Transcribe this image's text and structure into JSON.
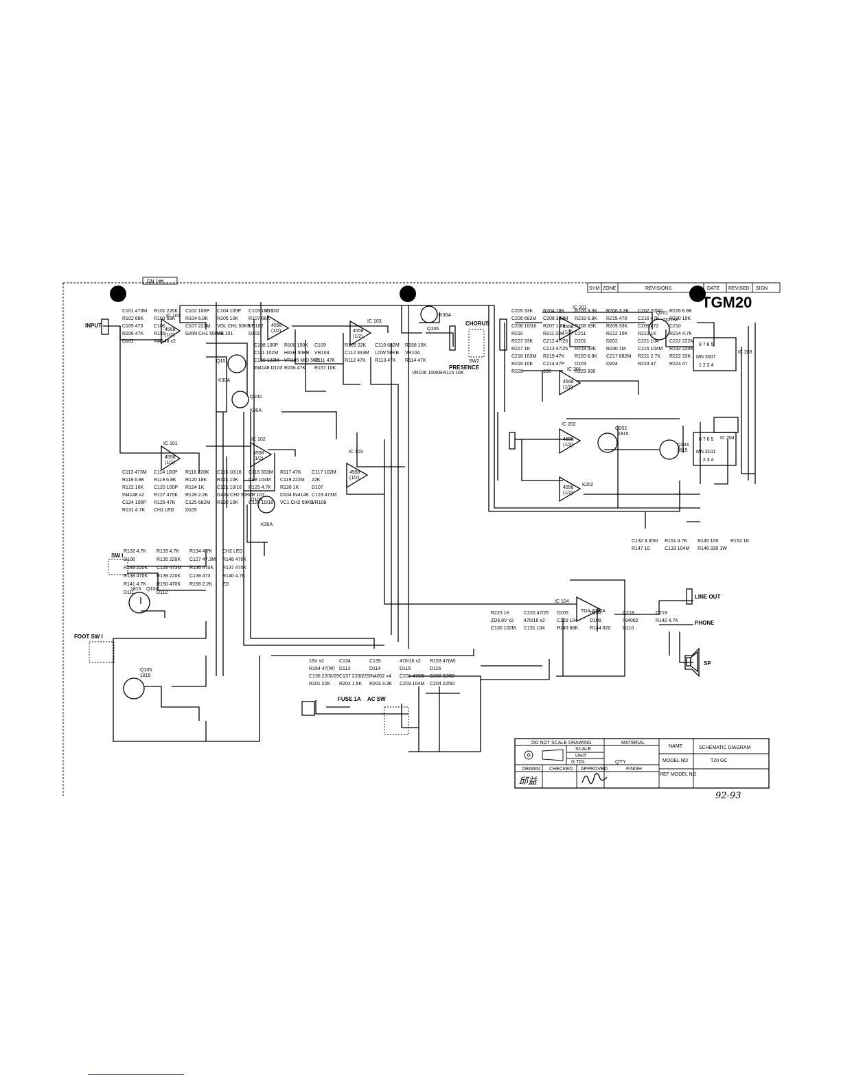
{
  "header": {
    "revision_cells": [
      "SYM",
      "ZONE",
      "REVISIONS",
      "DATE",
      "REVISED",
      "SIGN"
    ],
    "top_stamp": "ON 1##",
    "model_title": "TGM20"
  },
  "io_labels": {
    "input": "INPUT",
    "chorus": "CHORUS",
    "presence": "PRESENCE",
    "line_out": "LINE OUT",
    "phone": "PHONE",
    "sp": "SP",
    "sw1": "SW I",
    "foot_sw": "FOOT SW I",
    "fuse": "FUSE 1A",
    "ac_sw": "AC SW",
    "sw2": "SW2"
  },
  "ic_blocks": [
    {
      "ref": "IC 101",
      "part": "4558",
      "half": "(1/2)"
    },
    {
      "ref": "IC 101",
      "part": "4558",
      "half": "(1/2)"
    },
    {
      "ref": "IC 102",
      "part": "4558",
      "half": "(1/2)"
    },
    {
      "ref": "IC 102",
      "part": "4558",
      "half": "(1/2)"
    },
    {
      "ref": "IC 103",
      "part": "4558",
      "half": "(1/2)"
    },
    {
      "ref": "IC 103",
      "part": "4558",
      "half": "(1/2)"
    },
    {
      "ref": "IC 201",
      "part": "4558",
      "half": "(1/2)"
    },
    {
      "ref": "IC 201",
      "part": "4558",
      "half": "(1/2)"
    },
    {
      "ref": "IC 202",
      "part": "4558",
      "half": "(1/2)"
    },
    {
      "ref": "K202",
      "part": "4558",
      "half": "(1/2)"
    }
  ],
  "big_ics": [
    {
      "ref": "IC 203",
      "part": "MN 3007",
      "pins_top": "8 7 6 5",
      "pins_bottom": "1 2 3 4"
    },
    {
      "ref": "IC 204",
      "part": "MN 3101",
      "pins_top": "8 7 6 5",
      "pins_bottom": "1 2 3 4"
    }
  ],
  "power_amp": {
    "ref": "IC 104",
    "part": "TDA 2050A"
  },
  "transistors": [
    {
      "ref": "Q101",
      "type": "K30A"
    },
    {
      "ref": "Q102",
      "type": "K30A"
    },
    {
      "ref": "Q103",
      "type": "K30A"
    },
    {
      "ref": "Q106",
      "type": "K30A"
    },
    {
      "ref": "Q104",
      "type": "1815"
    },
    {
      "ref": "Q105",
      "type": "1815"
    },
    {
      "ref": "Q201",
      "type": "732TM"
    },
    {
      "ref": "Q202",
      "type": "1815"
    },
    {
      "ref": "Q203",
      "type": "1815"
    }
  ],
  "component_labels": [
    "C101 473M",
    "R101 220K",
    "C102 100P",
    "C104 100P",
    "C103 10/16",
    "R102 68K",
    "R103 68K",
    "R104 6.8K",
    "R105 10K",
    "R107 68K",
    "C105 473",
    "C106",
    "C107 222M",
    "VOL CH1 50KB",
    "VR102",
    "R106 47K",
    "R155",
    "GAIN CH1 500KB",
    "VR 101",
    "D101",
    "D102",
    "IN4148 x2",
    "C108 100P",
    "R108 150K",
    "C109",
    "R109 22K",
    "C110 682M",
    "R158 10K",
    "C111 102M",
    "HIGH 50KB",
    "VR103",
    "C112 333M",
    "LOW 50KB",
    "VR104",
    "C139 123M",
    "VR105 MID 5KB",
    "R111 47K",
    "R112 47K",
    "R113 47K",
    "R114 47K",
    "IN4148 D103",
    "R156 47K",
    "R157 10K",
    "VR106 100KB",
    "R115 10K",
    "C113 473M",
    "C114 100P",
    "R116 220K",
    "C115 10/16",
    "C116 333M",
    "R117 47K",
    "C117 102M",
    "R118 6.8K",
    "R119 6.8K",
    "R120 18K",
    "R121 10K",
    "C88 104M",
    "C119 222M",
    "22K",
    "R122 10K",
    "C120 100P",
    "R124 1K",
    "C121 10/16",
    "R125 4.7K",
    "R126 1K",
    "D107",
    "IN4148 x2",
    "R127 470K",
    "R128 2.2K",
    "GAIN CH2 50KC",
    "VR 107",
    "D104 IN4148",
    "C123 473M",
    "C124 100P",
    "R129 47K",
    "C125 682M",
    "R130 10K",
    "C126 10/16",
    "VC1 CH2 50KB",
    "VR108",
    "R131 4.7K",
    "CH1 LED",
    "D105",
    "R132 4.7K",
    "R133 4.7K",
    "R134 4.7K",
    "CH2 LED",
    "D106",
    "R135 220K",
    "C127 47.3M",
    "R148 470K",
    "R149 220K",
    "C128 473M",
    "R136 470K",
    "R137 470K",
    "R138 470K",
    "R139 220K",
    "C138 473",
    "R140 4.7K",
    "R141 4.7K",
    "R150 470K",
    "R158 2.2K",
    "ZD",
    "D111",
    "D112",
    "15V x2",
    "C134",
    "C135",
    "470/16 x2",
    "R153 47(W)",
    "R154 47(W)",
    "D113",
    "D114",
    "D115",
    "D116",
    "C136 2200/25",
    "C137 2200/25",
    "IN4002 x4",
    "C201 47/25",
    "C202 22/50",
    "R201 22K",
    "R202 1.5K",
    "R203 3.3K",
    "C203 104M",
    "C204 22/50",
    "C205 33K",
    "R204 18K",
    "R205 3.3K",
    "R206 3.3K",
    "C207 22/50",
    "R226 6.8K",
    "C206 682M",
    "C208 333M",
    "R233 6.8K",
    "R215 470",
    "C216 47K",
    "R230 10K",
    "C208 10/16",
    "R207 1.8K",
    "R208 33K",
    "R209 33K",
    "C209 472",
    "C210",
    "R210",
    "R211 33K",
    "C211",
    "R212 10K",
    "R213 1K",
    "R214 4.7K",
    "R227 33K",
    "C212 47/25",
    "D201",
    "D202",
    "C221 104",
    "C222 222M",
    "R217 1K",
    "C213 47/25",
    "R218 33K",
    "R230 1M",
    "C215 104M",
    "R232 220K",
    "C218 103M",
    "R219 47K",
    "R220 6.8K",
    "C217 682M",
    "R221 2.7K",
    "R222 33K",
    "R216 10K",
    "C214 47P",
    "D203",
    "D204",
    "R223 47",
    "R224 47",
    "R228",
    "330",
    "R229 330",
    "R225 1K",
    "C220 47/25",
    "D205",
    "D206",
    "C218",
    "C219",
    "ZD6.8V x2",
    "470/16 x2",
    "C129 104",
    "D109",
    "IN4002",
    "R142 4.7K",
    "C130 102M",
    "C131 104",
    "R143 68K",
    "R144 820",
    "D110",
    "C132 3.3/50",
    "R151 4.7K",
    "R145 100",
    "R152 1K",
    "R147 10",
    "C133 104M",
    "R146 330 1W"
  ],
  "title_block": {
    "do_not_scale": "DO NOT SCALE DRAWING",
    "material_label": "MATERIAL",
    "name_label": "NAME",
    "name_value": "SCHEMATIC DIAGRAM",
    "scale_label": "SCALE",
    "unit_label": "UNIT",
    "tol_label": "G TOL",
    "qty_label": "Q'TY",
    "model_no_label": "MODEL NO",
    "model_no_value": "T20 GC",
    "drawn_label": "DRAWN",
    "checked_label": "CHECKED",
    "approved_label": "APPROVED",
    "finish_label": "FINISH",
    "ref_model_label": "REF MODEL NO",
    "drawn_by": "邱益",
    "handwritten_number": "92-93"
  }
}
